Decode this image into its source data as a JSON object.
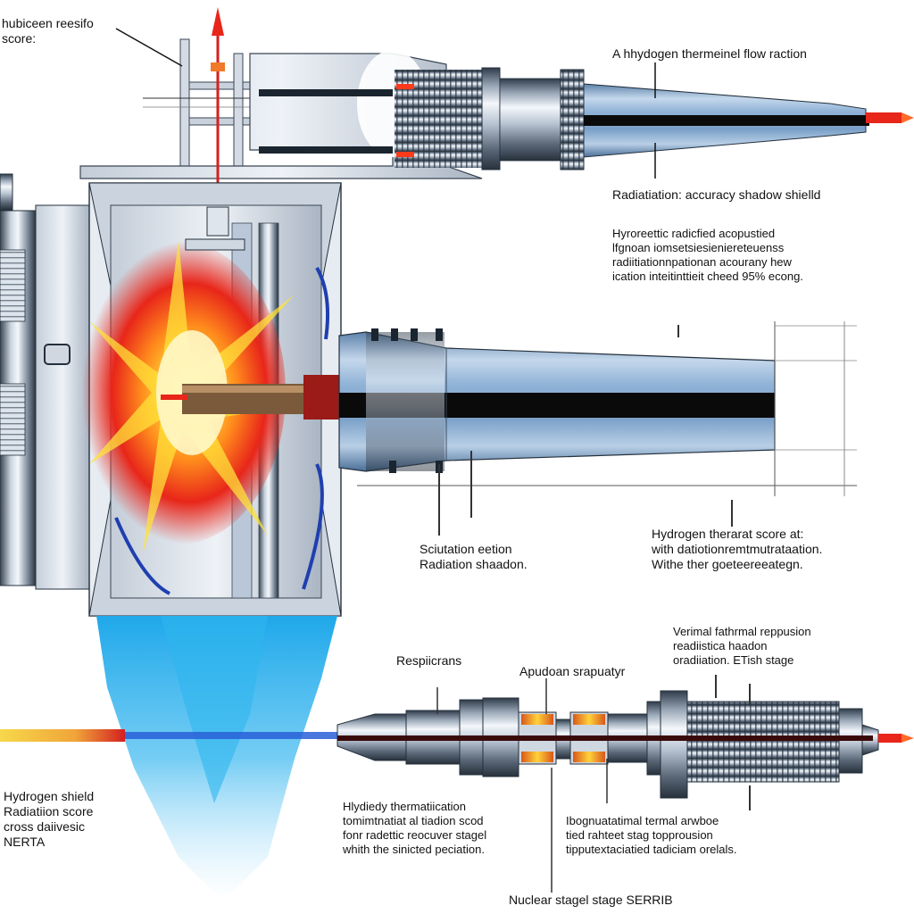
{
  "labels": {
    "top_left": [
      "hubiceen reesifo",
      "score:"
    ],
    "top_right": "A hhydogen thermeinel flow raction",
    "shield": "Radiatiation: accuracy shadow shielld",
    "block_right": [
      "Hyroreettic radicfied acopustied",
      "lfgnoan iomsetsiesieniereteuenss",
      "radiitiationnpationan acourany hew",
      "ication inteitinttieit cheed 95% econg."
    ],
    "mid_left": [
      "Sciutation eetion",
      "Radiation shaadon."
    ],
    "mid_right": [
      "Hydrogen therarat score at:",
      "with datiotionremtmutrataation.",
      "Withe ther goeteereeategn."
    ],
    "resp": "Respiicrans",
    "apud": "Apudoan srapuatyr",
    "vermal": [
      "Verimal fathrmal reppusion",
      "readiistica haadon",
      "oradiiation. ETish stage"
    ],
    "hshield": [
      "Hydrogen shield",
      "Radiatiion score",
      "cross daiivesic",
      "NERTA"
    ],
    "hydiedy": [
      "Hlydiedy thermatiication",
      "tomimtnatiat al tiadion scod",
      "fonr radettic reocuver stagel",
      "whith the sinicted peciation."
    ],
    "ibog": [
      "Ibognuatatimal termal arwboe",
      "tied rahteet stag topprousion",
      "tipputextaciatied tadiciam orelals."
    ],
    "nuclear": "Nuclear stagel stage SERRIB"
  },
  "colors": {
    "steel_dark": "#3b4a5c",
    "steel_light": "#dfe6ef",
    "nozzle_blue": "#8fb2d6",
    "core_black": "#0a0a0a",
    "flame_red": "#e8261a",
    "flame_yellow": "#ffe23a",
    "exhaust_blue": "#1fa8ea",
    "beam_red": "#d42020",
    "beam_yellow": "#f6d84a"
  }
}
